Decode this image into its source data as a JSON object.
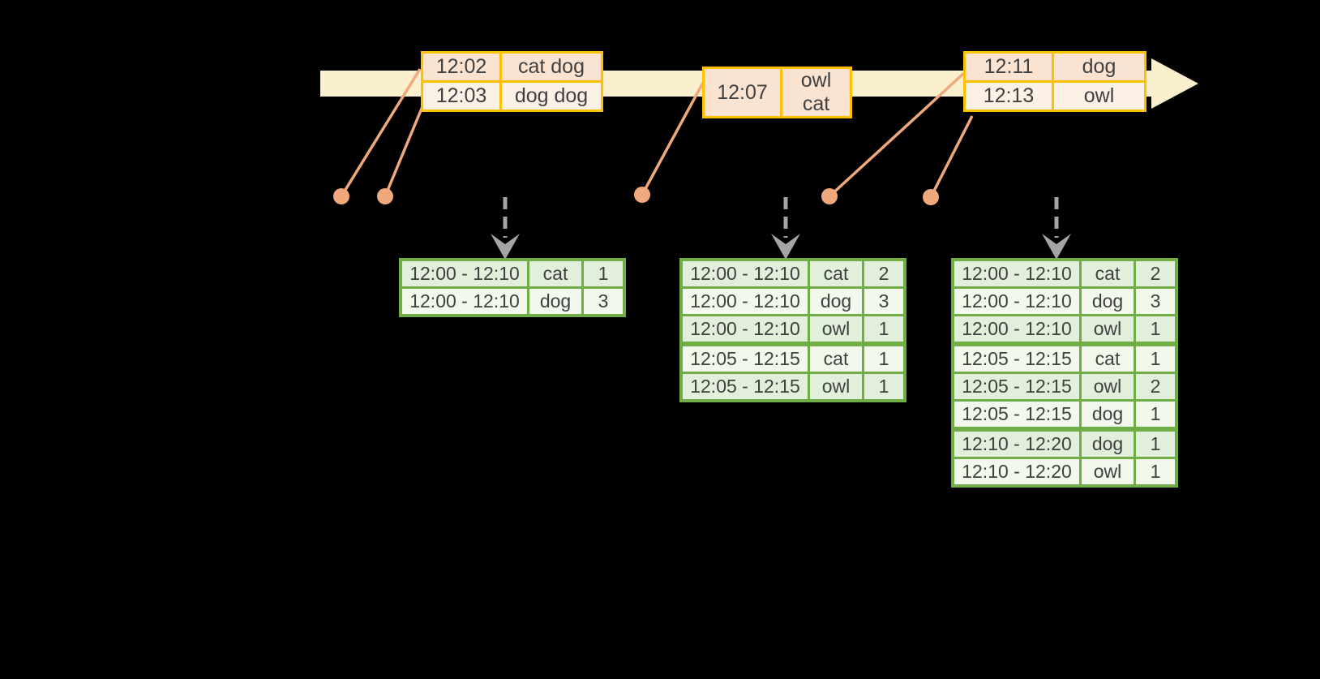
{
  "colors": {
    "background": "#000000",
    "timeline_fill": "#FBF0CE",
    "event_table_border": "#FFC000",
    "event_row_dark": "#FAE3D1",
    "event_row_light": "#FCF1E5",
    "result_table_border": "#70AD47",
    "result_row_dark": "#E2EFDA",
    "result_row_light": "#F2F8EC",
    "dot_and_line": "#F0A97C",
    "trigger_arrow": "#A5A5A5",
    "text": "#404040"
  },
  "event_tables": [
    {
      "rows": [
        {
          "time": "12:02",
          "words": "cat dog"
        },
        {
          "time": "12:03",
          "words": "dog dog"
        }
      ]
    },
    {
      "rows": [
        {
          "time": "12:07",
          "words": "owl cat"
        }
      ]
    },
    {
      "rows": [
        {
          "time": "12:11",
          "words": "dog"
        },
        {
          "time": "12:13",
          "words": "owl"
        }
      ]
    }
  ],
  "result_tables": [
    {
      "rows": [
        {
          "window": "12:00 - 12:10",
          "word": "cat",
          "count": "1"
        },
        {
          "window": "12:00 - 12:10",
          "word": "dog",
          "count": "3"
        }
      ]
    },
    {
      "rows": [
        {
          "window": "12:00 - 12:10",
          "word": "cat",
          "count": "2"
        },
        {
          "window": "12:00 - 12:10",
          "word": "dog",
          "count": "3"
        },
        {
          "window": "12:00 - 12:10",
          "word": "owl",
          "count": "1"
        },
        {
          "window": "12:05 - 12:15",
          "word": "cat",
          "count": "1"
        },
        {
          "window": "12:05 - 12:15",
          "word": "owl",
          "count": "1"
        }
      ]
    },
    {
      "rows": [
        {
          "window": "12:00 - 12:10",
          "word": "cat",
          "count": "2"
        },
        {
          "window": "12:00 - 12:10",
          "word": "dog",
          "count": "3"
        },
        {
          "window": "12:00 - 12:10",
          "word": "owl",
          "count": "1"
        },
        {
          "window": "12:05 - 12:15",
          "word": "cat",
          "count": "1"
        },
        {
          "window": "12:05 - 12:15",
          "word": "owl",
          "count": "2"
        },
        {
          "window": "12:05 - 12:15",
          "word": "dog",
          "count": "1"
        },
        {
          "window": "12:10 - 12:20",
          "word": "dog",
          "count": "1"
        },
        {
          "window": "12:10 - 12:20",
          "word": "owl",
          "count": "1"
        }
      ]
    }
  ]
}
